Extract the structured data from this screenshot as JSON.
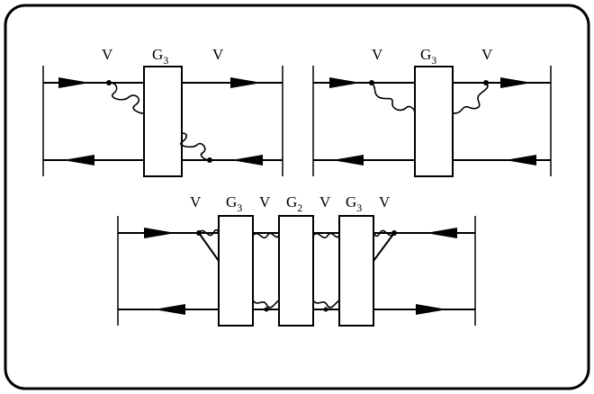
{
  "diagrams": [
    {
      "id": "top-left",
      "labels": [
        {
          "name": "V",
          "sub": ""
        },
        {
          "name": "G",
          "sub": "3"
        },
        {
          "name": "V",
          "sub": ""
        }
      ]
    },
    {
      "id": "top-right",
      "labels": [
        {
          "name": "V",
          "sub": ""
        },
        {
          "name": "G",
          "sub": "3"
        },
        {
          "name": "V",
          "sub": ""
        }
      ]
    },
    {
      "id": "bottom",
      "labels": [
        {
          "name": "V",
          "sub": ""
        },
        {
          "name": "G",
          "sub": "3"
        },
        {
          "name": "V",
          "sub": ""
        },
        {
          "name": "G",
          "sub": "2"
        },
        {
          "name": "V",
          "sub": ""
        },
        {
          "name": "G",
          "sub": "3"
        },
        {
          "name": "V",
          "sub": ""
        }
      ]
    }
  ],
  "colors": {
    "stroke": "#000000",
    "background": "#ffffff"
  }
}
